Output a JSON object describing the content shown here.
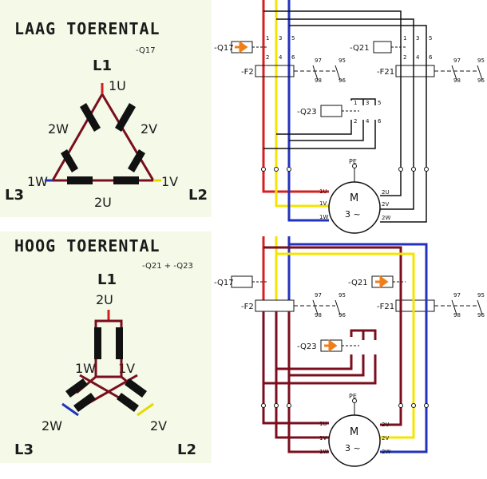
{
  "top": {
    "title": "LAAG TOERENTAL",
    "subtitle": "-Q17",
    "L1": "L1",
    "L2": "L2",
    "L3": "L3",
    "U1": "1U",
    "V1": "1V",
    "W1": "1W",
    "U2": "2U",
    "V2": "2V",
    "W2": "2W"
  },
  "bottom": {
    "title": "HOOG TOERENTAL",
    "subtitle": "-Q21 + -Q23",
    "L1": "L1",
    "L2": "L2",
    "L3": "L3",
    "U2": "2U",
    "V1": "1V",
    "W1": "1W",
    "V2": "2V",
    "W2": "2W"
  },
  "schematic": {
    "q17": "-Q17",
    "q21": "-Q21",
    "q23": "-Q23",
    "f2": "-F2",
    "f21": "-F21",
    "pe": "PE",
    "motor_m": "M",
    "motor_phase": "3 ~",
    "t1": "1",
    "t2": "2",
    "t3": "3",
    "t4": "4",
    "t5": "5",
    "t6": "6",
    "n95": "95",
    "n96": "96",
    "n97": "97",
    "n98": "98",
    "m1U": "1U",
    "m1V": "1V",
    "m1W": "1W",
    "m2U": "2U",
    "m2V": "2V",
    "m2W": "2W"
  },
  "colors": {
    "red": "#d42020",
    "yellow": "#f5e400",
    "blue": "#2233bb",
    "dark": "#7a0e1e",
    "orange": "#f07f1a",
    "panel": "#f4f9e8"
  }
}
